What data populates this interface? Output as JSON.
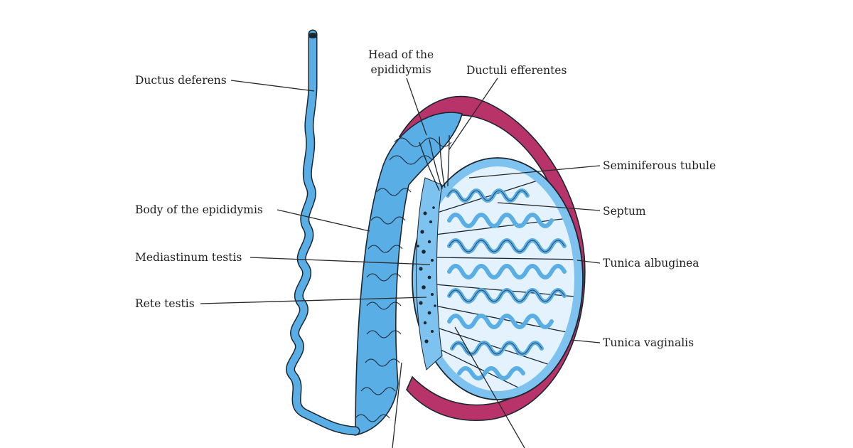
{
  "labels": {
    "ductus_deferens": "Ductus deferens",
    "head_of_epididymis": "Head of the\nepididymis",
    "ductuli_efferentes": "Ductuli efferentes",
    "seminiferous_tubule": "Seminiferous tubule",
    "body_of_epididymis": "Body of the epididymis",
    "septum": "Septum",
    "mediastinum_testis": "Mediastinum testis",
    "tunica_albuginea": "Tunica albuginea",
    "rete_testis": "Rete testis",
    "tunica_vaginalis": "Tunica vaginalis"
  },
  "colors": {
    "duct_blue": "#5aaee6",
    "testis_blue": "#7ec3ef",
    "tubule_fill": "#d8eefb",
    "vaginalis_magenta": "#b8336a",
    "outline": "#1a2630",
    "leader": "#2a2a2a"
  }
}
